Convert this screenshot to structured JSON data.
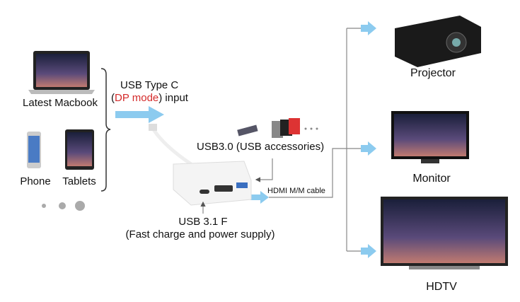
{
  "devices_left": {
    "macbook": "Latest Macbook",
    "phone": "Phone",
    "tablets": "Tablets"
  },
  "input": {
    "line1": "USB Type C",
    "open": "(",
    "dp": "DP mode",
    "close": ") input"
  },
  "usb3": "USB3.0 (USB accessories)",
  "hdmi": "HDMI M/M cable",
  "usbc": {
    "line1": "USB 3.1 F",
    "line2": "(Fast charge and power supply)"
  },
  "outputs": {
    "projector": "Projector",
    "monitor": "Monitor",
    "hdtv": "HDTV"
  },
  "colors": {
    "arrow": "#8ccbef",
    "accent": "#d42a2a"
  }
}
